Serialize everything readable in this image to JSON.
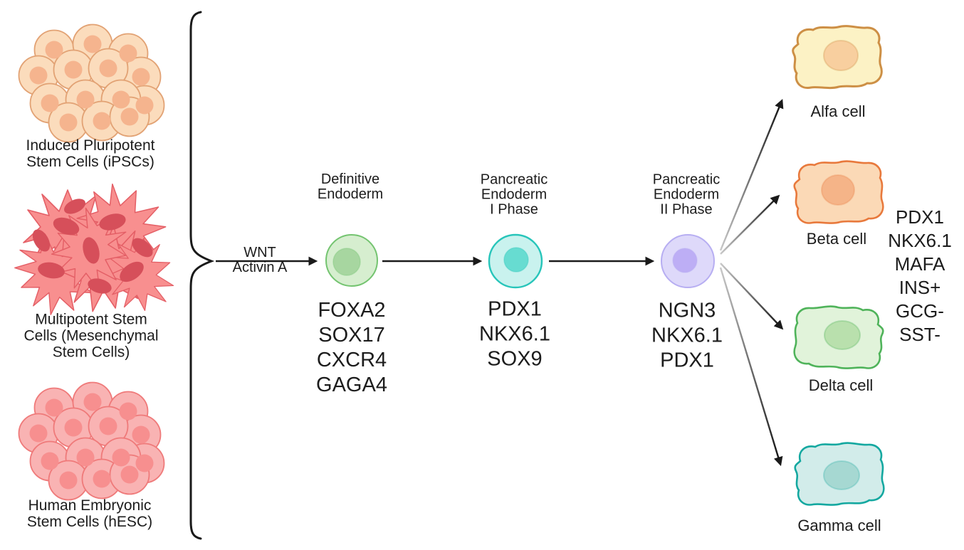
{
  "figure": {
    "sources": [
      {
        "name": "ipsc",
        "label_lines": [
          "Induced Pluripotent",
          "Stem Cells (iPSCs)"
        ]
      },
      {
        "name": "msc",
        "label_lines": [
          "Multipotent Stem",
          "Cells (Mesenchymal",
          "Stem Cells)"
        ]
      },
      {
        "name": "hesc",
        "label_lines": [
          "Human Embryonic",
          "Stem Cells (hESC)"
        ]
      }
    ],
    "induction_factors": {
      "line1": "WNT",
      "line2": "Activin A"
    },
    "stages": [
      {
        "title_lines": [
          "Definitive",
          "Endoderm",
          ""
        ],
        "markers": [
          "FOXA2",
          "SOX17",
          "CXCR4",
          "GAGA4"
        ]
      },
      {
        "title_lines": [
          "Pancreatic",
          "Endoderm",
          "I Phase"
        ],
        "markers": [
          "PDX1",
          "NKX6.1",
          "SOX9"
        ]
      },
      {
        "title_lines": [
          "Pancreatic",
          "Endoderm",
          "II Phase"
        ],
        "markers": [
          "NGN3",
          "NKX6.1",
          "PDX1"
        ]
      }
    ],
    "terminal_cells": [
      {
        "label": "Alfa cell"
      },
      {
        "label": "Beta cell"
      },
      {
        "label": "Delta cell"
      },
      {
        "label": "Gamma cell"
      }
    ],
    "beta_cell_markers": [
      "PDX1",
      "NKX6.1",
      "MAFA",
      "INS+",
      "GCG-",
      "SST-"
    ]
  },
  "colors": {
    "arrow": "#1a1a1a",
    "ipsc_fill": "#fbdcbc",
    "ipsc_stroke": "#e2a274",
    "ipsc_nucleus": "#f5b48e",
    "msc_fill": "#f88f8f",
    "msc_stroke": "#e45f66",
    "msc_nucleus": "#d64f5a",
    "hesc_fill": "#f9b3b3",
    "hesc_stroke": "#ef7a7a",
    "hesc_nucleus": "#f78f8f",
    "de_fill": "#d6eecf",
    "de_stroke": "#74c470",
    "de_nucleus": "#a7d6a0",
    "pe1_fill": "#c9f2ee",
    "pe1_stroke": "#27c5ba",
    "pe1_nucleus": "#67dcd1",
    "pe2_fill": "#ded9fa",
    "pe2_stroke": "#b7aef2",
    "pe2_nucleus": "#bdaef5",
    "alfa_fill": "#fcf2c5",
    "alfa_stroke": "#cd8f45",
    "alfa_nucleus": "#f8cf9f",
    "beta_fill": "#fbd9b6",
    "beta_stroke": "#e8793c",
    "beta_nucleus": "#f5b488",
    "delta_fill": "#e1f3da",
    "delta_stroke": "#4fb35a",
    "delta_nucleus": "#b9e0ad",
    "gamma_fill": "#d2ecea",
    "gamma_stroke": "#14a8a0",
    "gamma_nucleus": "#a6d8d2"
  }
}
